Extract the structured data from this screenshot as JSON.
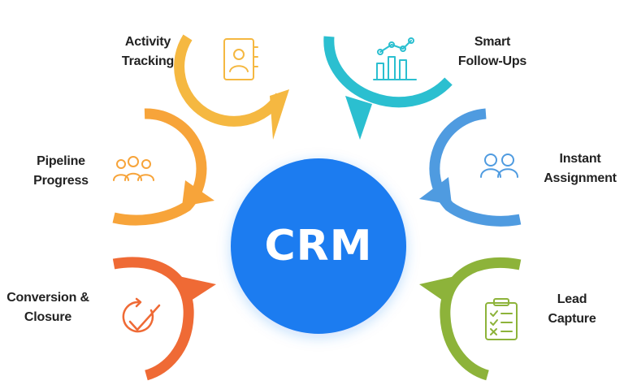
{
  "center": {
    "label": "CRM",
    "color": "#1E7BF0"
  },
  "features": [
    {
      "id": "activity",
      "line1": "Activity",
      "line2": "Tracking",
      "color": "#F5B841",
      "icon": "notebook-user-icon"
    },
    {
      "id": "followups",
      "line1": "Smart",
      "line2": "Follow-Ups",
      "color": "#2BBFD0",
      "icon": "bar-chart-trend-icon"
    },
    {
      "id": "pipeline",
      "line1": "Pipeline",
      "line2": "Progress",
      "color": "#F7A43A",
      "icon": "team-group-icon"
    },
    {
      "id": "assignment",
      "line1": "Instant",
      "line2": "Assignment",
      "color": "#4F9BE0",
      "icon": "two-users-icon"
    },
    {
      "id": "conversion",
      "line1": "Conversion &",
      "line2": "Closure",
      "color": "#EF6A35",
      "icon": "check-badge-icon"
    },
    {
      "id": "lead",
      "line1": "Lead",
      "line2": "Capture",
      "color": "#8DB33A",
      "icon": "clipboard-checklist-icon"
    }
  ]
}
